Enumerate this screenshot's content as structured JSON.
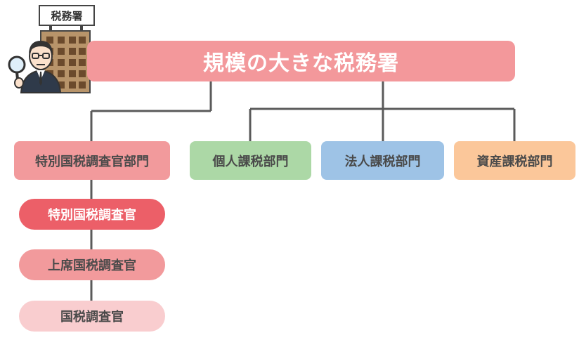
{
  "illustration": {
    "sign_label": "税務署"
  },
  "top": {
    "label": "規模の大きな税務署"
  },
  "departments": [
    {
      "label": "特別国税調査官部門",
      "color": "#f29a9c"
    },
    {
      "label": "個人課税部門",
      "color": "#acd8a6"
    },
    {
      "label": "法人課税部門",
      "color": "#9ec3e6"
    },
    {
      "label": "資産課税部門",
      "color": "#fbc79a"
    }
  ],
  "ranks": [
    {
      "label": "特別国税調査官",
      "color": "#ec5f68"
    },
    {
      "label": "上席国税調査官",
      "color": "#f29a9c"
    },
    {
      "label": "国税調査官",
      "color": "#f9cdcf"
    }
  ],
  "colors": {
    "accent": "#f3989b",
    "connector": "#5a5a5a"
  }
}
